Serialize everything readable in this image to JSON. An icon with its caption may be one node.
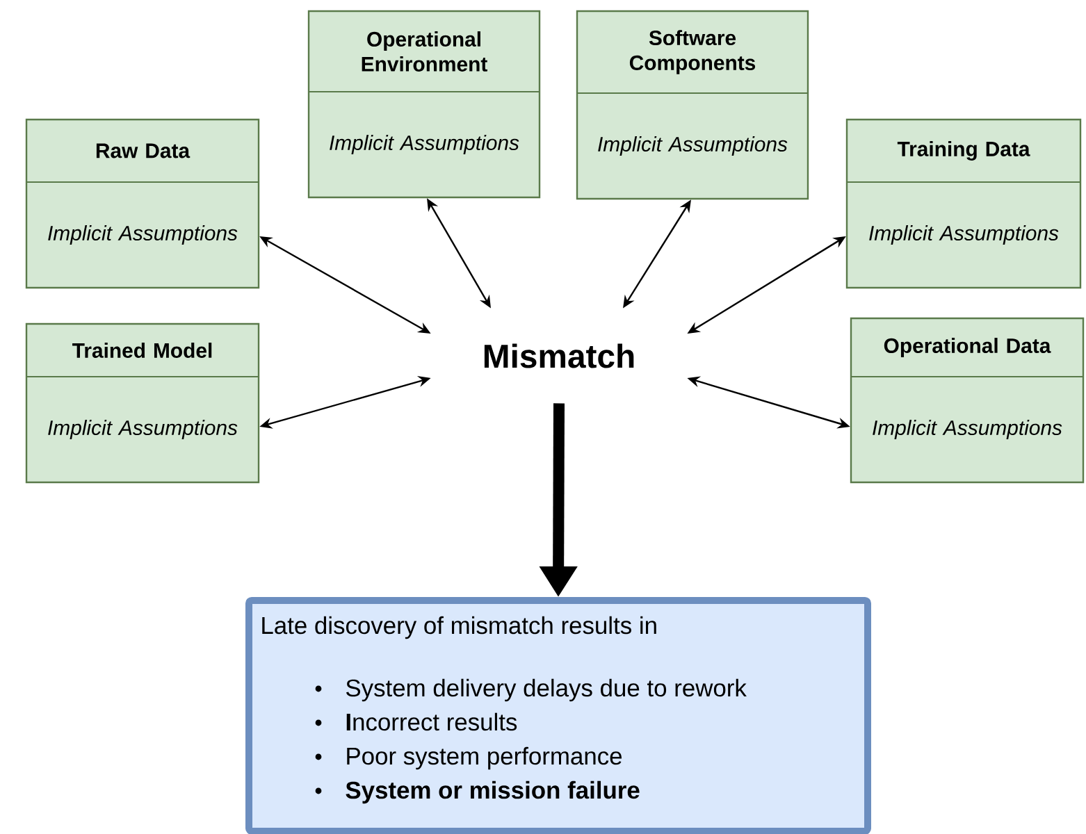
{
  "diagram": {
    "nodes": [
      {
        "text": [
          "Operational Environment",
          "Implicit Assumptions"
        ]
      },
      {
        "text": [
          "Software Components",
          "Implicit Assumptions"
        ]
      },
      {
        "text": [
          "Raw Data",
          "Implicit Assumptions"
        ]
      },
      {
        "text": [
          "Training Data",
          "Implicit Assumptions"
        ]
      },
      {
        "text": [
          "Trained Model",
          "Implicit Assumptions"
        ]
      },
      {
        "text": [
          "Operational Data",
          "Implicit Assumptions"
        ]
      },
      {
        "text": [
          "Mismatch"
        ]
      },
      {
        "text": [
          "Late discovery of mismatch results in",
          "System delivery delays due to rework",
          "**I**ncorrect results",
          "Poor system performance",
          "System or mission failure"
        ]
      }
    ],
    "edges": [
      {
        "from": 0,
        "to": 6,
        "arrow": "both"
      },
      {
        "from": 1,
        "to": 6,
        "arrow": "both"
      },
      {
        "from": 2,
        "to": 6,
        "arrow": "both"
      },
      {
        "from": 3,
        "to": 6,
        "arrow": "both"
      },
      {
        "from": 4,
        "to": 6,
        "arrow": "both"
      },
      {
        "from": 5,
        "to": 6,
        "arrow": "both"
      },
      {
        "from": 6,
        "to": 7,
        "arrow": "to",
        "style": "thick"
      }
    ]
  }
}
